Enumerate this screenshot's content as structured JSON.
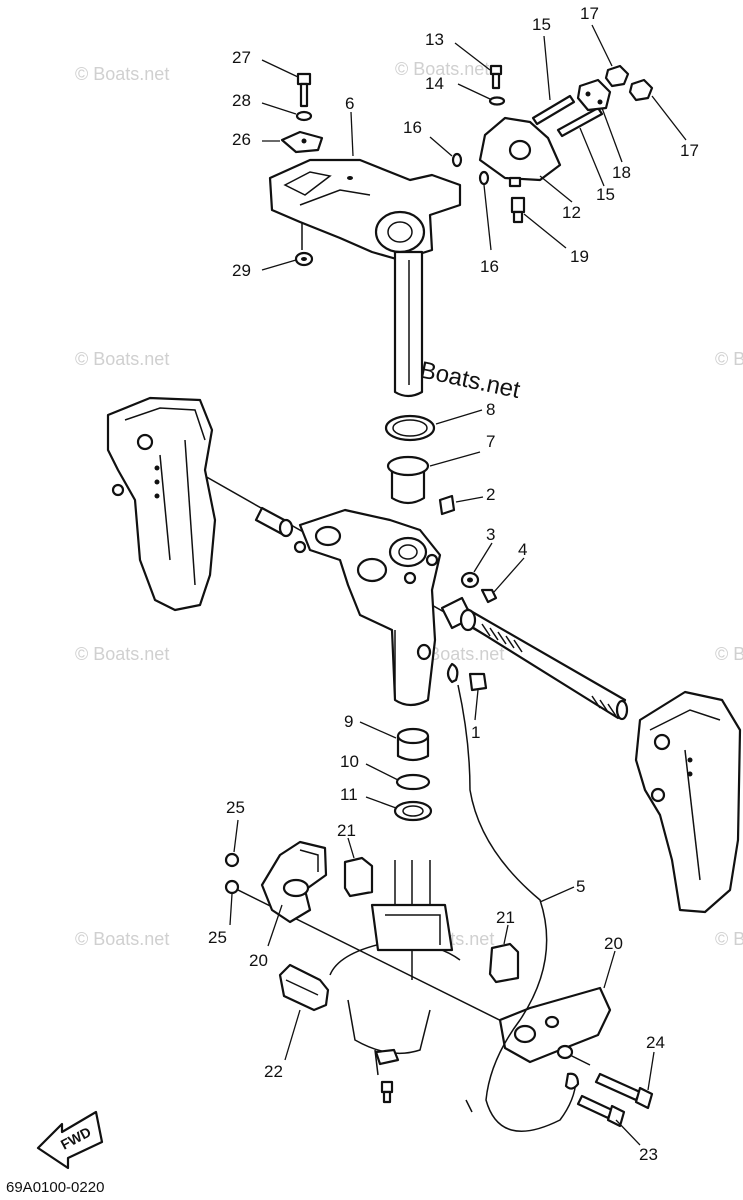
{
  "diagram": {
    "code": "69A0100-0220",
    "fwd_label": "FWD",
    "watermark": "© Boats.net",
    "watermark_center": "© Boats.net",
    "callouts": [
      {
        "id": "c27",
        "text": "27"
      },
      {
        "id": "c28",
        "text": "28"
      },
      {
        "id": "c26",
        "text": "26"
      },
      {
        "id": "c6",
        "text": "6"
      },
      {
        "id": "c29",
        "text": "29"
      },
      {
        "id": "c13",
        "text": "13"
      },
      {
        "id": "c14",
        "text": "14"
      },
      {
        "id": "c16a",
        "text": "16"
      },
      {
        "id": "c16b",
        "text": "16"
      },
      {
        "id": "c15a",
        "text": "15"
      },
      {
        "id": "c15b",
        "text": "15"
      },
      {
        "id": "c17a",
        "text": "17"
      },
      {
        "id": "c17b",
        "text": "17"
      },
      {
        "id": "c18",
        "text": "18"
      },
      {
        "id": "c12",
        "text": "12"
      },
      {
        "id": "c19",
        "text": "19"
      },
      {
        "id": "c8",
        "text": "8"
      },
      {
        "id": "c7",
        "text": "7"
      },
      {
        "id": "c2",
        "text": "2"
      },
      {
        "id": "c3",
        "text": "3"
      },
      {
        "id": "c4",
        "text": "4"
      },
      {
        "id": "c1",
        "text": "1"
      },
      {
        "id": "c9",
        "text": "9"
      },
      {
        "id": "c10",
        "text": "10"
      },
      {
        "id": "c11",
        "text": "11"
      },
      {
        "id": "c5",
        "text": "5"
      },
      {
        "id": "c21a",
        "text": "21"
      },
      {
        "id": "c21b",
        "text": "21"
      },
      {
        "id": "c25a",
        "text": "25"
      },
      {
        "id": "c25b",
        "text": "25"
      },
      {
        "id": "c20a",
        "text": "20"
      },
      {
        "id": "c20b",
        "text": "20"
      },
      {
        "id": "c22",
        "text": "22"
      },
      {
        "id": "c24",
        "text": "24"
      },
      {
        "id": "c23",
        "text": "23"
      }
    ]
  }
}
